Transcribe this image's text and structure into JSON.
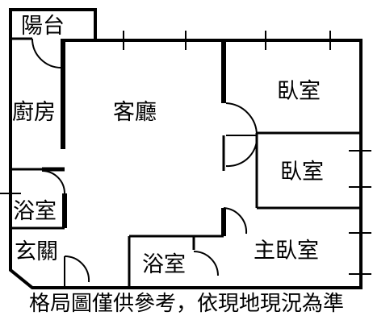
{
  "rooms": {
    "balcony": "陽台",
    "kitchen": "廚房",
    "living_room": "客廳",
    "bedroom_1": "臥室",
    "bedroom_2": "臥室",
    "bathroom_left": "浴室",
    "entrance": "玄關",
    "bathroom_bottom": "浴室",
    "master_bedroom": "主臥室"
  },
  "caption": "格局圖僅供參考，依現地現況為準",
  "colors": {
    "line": "#000000",
    "background": "#ffffff"
  }
}
